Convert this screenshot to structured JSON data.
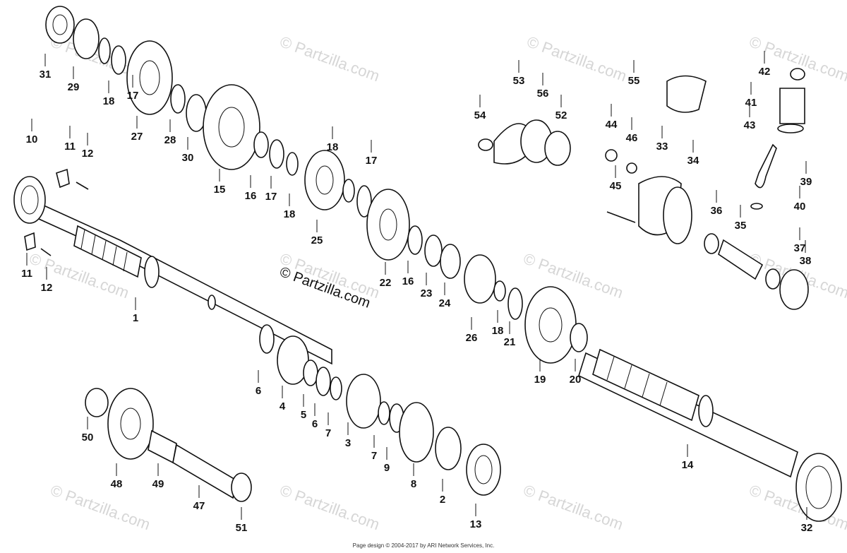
{
  "watermark": "© Partzilla.com",
  "copyright": "© Partzilla.com",
  "footer": "Page design © 2004-2017 by ARI Network Services, Inc.",
  "colors": {
    "ink": "#111111",
    "watermark": "#d6d6d6",
    "background": "#ffffff"
  },
  "labels": [
    "1",
    "2",
    "3",
    "4",
    "5",
    "6",
    "6",
    "7",
    "7",
    "8",
    "9",
    "10",
    "11",
    "11",
    "12",
    "12",
    "13",
    "14",
    "15",
    "16",
    "16",
    "17",
    "17",
    "17",
    "18",
    "18",
    "18",
    "18",
    "19",
    "20",
    "21",
    "22",
    "23",
    "24",
    "25",
    "26",
    "27",
    "28",
    "29",
    "30",
    "31",
    "32",
    "33",
    "34",
    "35",
    "36",
    "37",
    "38",
    "39",
    "40",
    "41",
    "42",
    "43",
    "44",
    "45",
    "46",
    "47",
    "48",
    "49",
    "50",
    "51",
    "52",
    "53",
    "54",
    "55",
    "56"
  ]
}
